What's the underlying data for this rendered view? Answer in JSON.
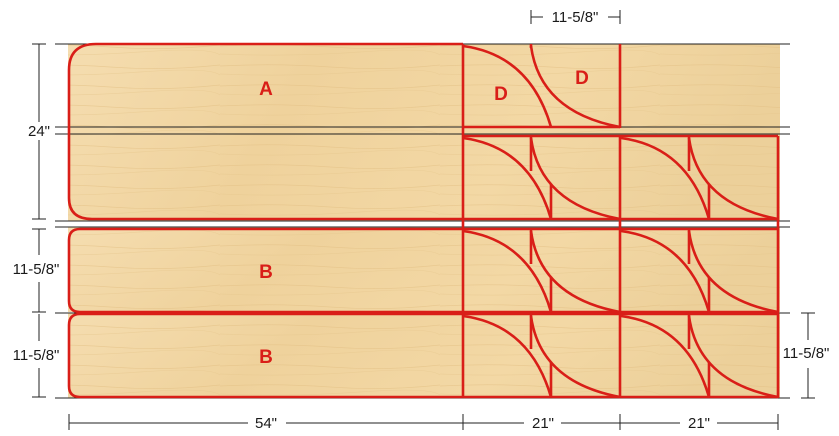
{
  "parts": {
    "a": "A",
    "b_top": "B",
    "b_bottom": "B",
    "d_left": "D",
    "d_right": "D"
  },
  "dimensions": {
    "top_width": "11-5/8\"",
    "left_height_top": "24\"",
    "left_height_mid": "11-5/8\"",
    "left_height_bottom": "11-5/8\"",
    "right_height": "11-5/8\"",
    "bottom_width_left": "54\"",
    "bottom_width_mid": "21\"",
    "bottom_width_right": "21\""
  },
  "colors": {
    "cut_line": "#d91e18",
    "wood": "#f2d9a6",
    "text": "#1a1a1a"
  }
}
